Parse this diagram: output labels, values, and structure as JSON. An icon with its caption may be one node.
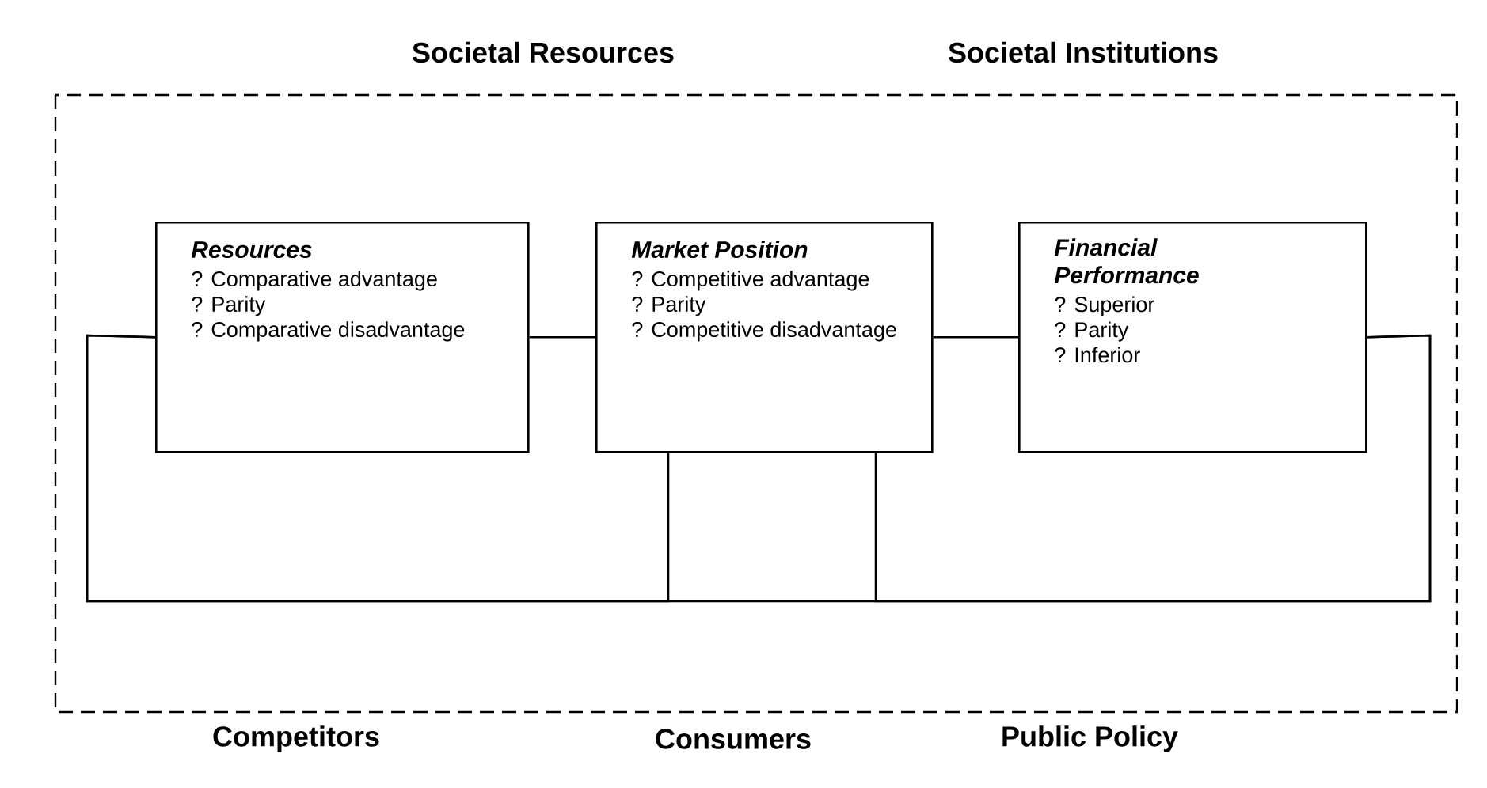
{
  "diagram": {
    "nodes": [
      {
        "text": [
          "Resources",
          "? Comparative advantage",
          "? Parity",
          "? Comparative disadvantage"
        ]
      },
      {
        "text": [
          "Market Position",
          "? Competitive advantage",
          "? Parity",
          "? Competitive disadvantage"
        ]
      },
      {
        "text": [
          "Financial Performance",
          "? Superior",
          "? Parity",
          "? Inferior"
        ]
      }
    ],
    "edges": [
      {
        "from": 0,
        "to": 1,
        "arrow": "none"
      },
      {
        "from": 1,
        "to": 2,
        "arrow": "none"
      },
      {
        "from": 2,
        "to": 0,
        "arrow": "none"
      },
      {
        "from": 1,
        "to": 0,
        "arrow": "none"
      },
      {
        "from": 1,
        "to": 2,
        "arrow": "none"
      }
    ],
    "labels": [
      "Societal Resources",
      "Societal Institutions",
      "Competitors",
      "Consumers",
      "Public Policy"
    ]
  }
}
